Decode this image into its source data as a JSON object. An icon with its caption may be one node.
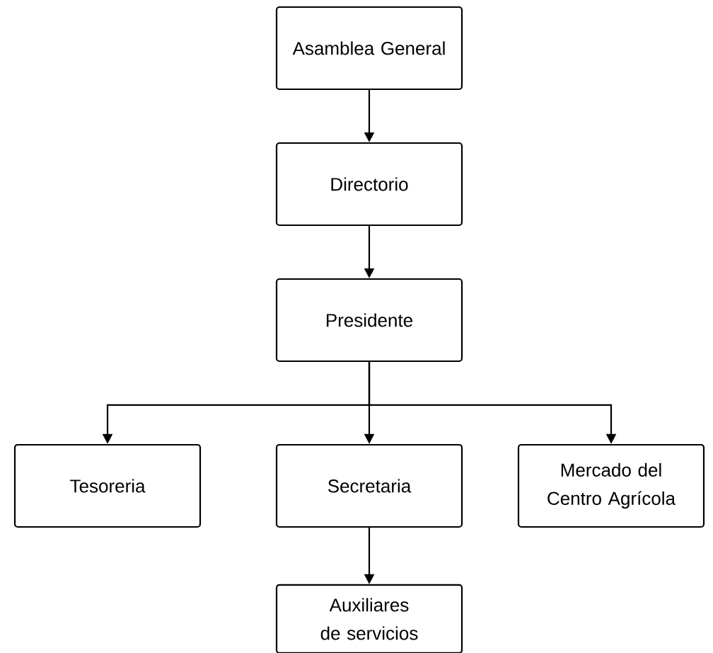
{
  "diagram": {
    "nodes": [
      {
        "text": [
          "Asamblea General"
        ]
      },
      {
        "text": [
          "Directorio"
        ]
      },
      {
        "text": [
          "Presidente"
        ]
      },
      {
        "text": [
          "Tesoreria"
        ]
      },
      {
        "text": [
          "Secretaria"
        ]
      },
      {
        "text": [
          "Mercado del Centro Agrícola"
        ]
      },
      {
        "text": [
          "Auxiliares de servicios"
        ]
      }
    ],
    "edges": [
      {
        "from": 0,
        "to": 1,
        "arrow": "to"
      },
      {
        "from": 1,
        "to": 2,
        "arrow": "to"
      },
      {
        "from": 2,
        "to": 3,
        "arrow": "to"
      },
      {
        "from": 2,
        "to": 4,
        "arrow": "to"
      },
      {
        "from": 2,
        "to": 5,
        "arrow": "to"
      },
      {
        "from": 4,
        "to": 6,
        "arrow": "to"
      }
    ]
  }
}
